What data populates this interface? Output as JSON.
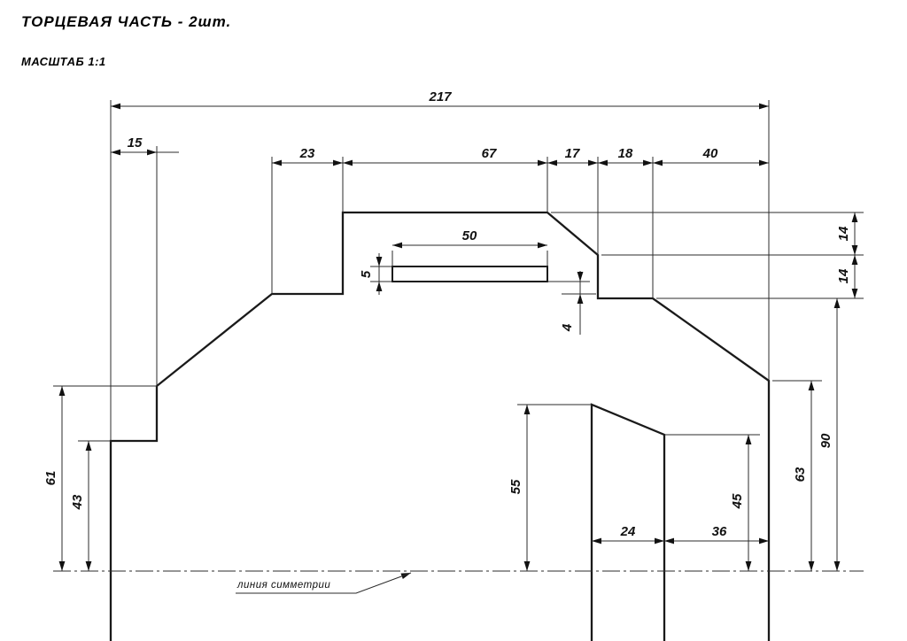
{
  "title": "ТОРЦЕВАЯ ЧАСТЬ  -  2шт.",
  "scale_label": "МАСШТАБ 1:1",
  "symmetry_label": "линия симметрии",
  "dims": {
    "d217": "217",
    "d15": "15",
    "d23": "23",
    "d67": "67",
    "d17": "17",
    "d18": "18",
    "d40": "40",
    "d50": "50",
    "d5": "5",
    "d4": "4",
    "d14a": "14",
    "d14b": "14",
    "d61": "61",
    "d43": "43",
    "d55": "55",
    "d24": "24",
    "d36": "36",
    "d45": "45",
    "d63": "63",
    "d90": "90"
  }
}
